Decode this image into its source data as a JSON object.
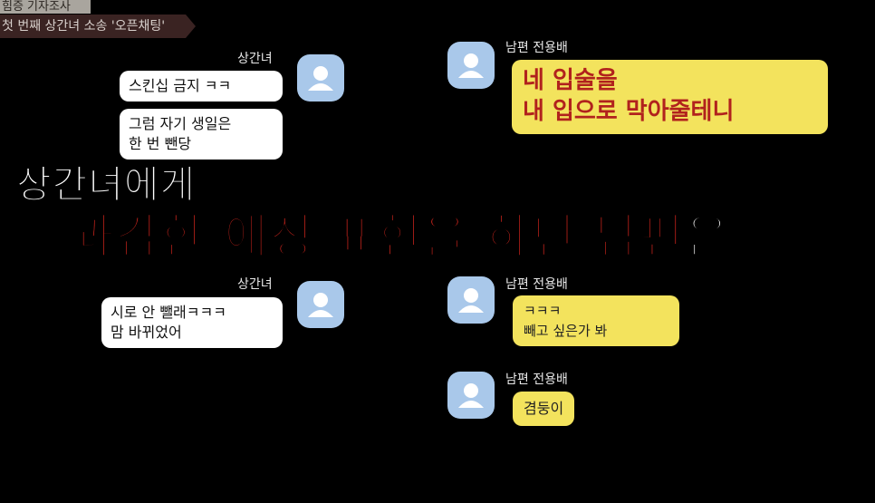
{
  "header": {
    "top_label": "힘증 기자조사",
    "episode_title": "첫 번째 상간녀 소송 '오픈채팅'"
  },
  "chat": {
    "husband_name": "남편 전용배",
    "mistress_name": "상간녀",
    "messages": [
      {
        "sender": "남편 전용배",
        "lines": [
          "네 입술을",
          "내 입으로 막아줄테니"
        ]
      },
      {
        "sender": "상간녀",
        "lines": [
          "스킨십 금지 ㅋㅋ"
        ]
      },
      {
        "sender": "상간녀",
        "lines": [
          "그럼 자기 생일은",
          "한 번 뺀당"
        ]
      },
      {
        "sender": "남편 전용배",
        "lines": [
          "ㅋㅋㅋ",
          "빼고 싶은가 봐"
        ]
      },
      {
        "sender": "상간녀",
        "lines": [
          "시로 안 뺄래ㅋㅋㅋ",
          "맘 바뀌었어"
        ]
      },
      {
        "sender": "남편 전용배",
        "lines": [
          "겸둥이"
        ]
      }
    ]
  },
  "caption": {
    "line1": "상간녀에게",
    "line2_red": "과감한 애정 표현을 하던 남편",
    "line2_white": "은"
  }
}
